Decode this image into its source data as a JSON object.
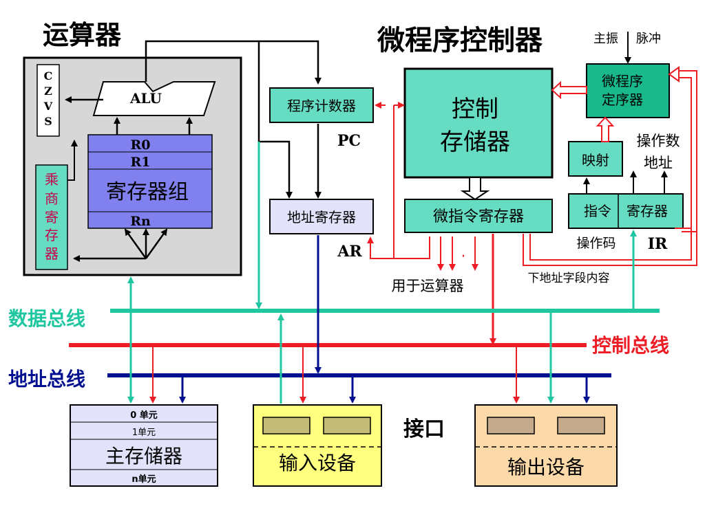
{
  "titles": {
    "alu_section": "运算器",
    "micro_section": "微程序控制器"
  },
  "alu_unit": {
    "flags": [
      "C",
      "Z",
      "V",
      "S"
    ],
    "alu": "ALU",
    "registers": [
      "R0",
      "R1",
      "寄存器组",
      "Rn"
    ],
    "mult_div_reg": [
      "乘",
      "商",
      "寄",
      "存",
      "器"
    ]
  },
  "controller": {
    "pc": "程序计数器",
    "pc_label": "PC",
    "ar": "地址寄存器",
    "ar_label": "AR",
    "control_memory": [
      "控制",
      "存储器"
    ],
    "micro_ir": "微指令寄存器",
    "sequencer": [
      "微程序",
      "定序器"
    ],
    "mapping": "映射",
    "ir_left": "指令",
    "ir_right": "寄存器",
    "ir_label": "IR",
    "clock": "主振",
    "pulse": "脉冲",
    "opnd_addr": [
      "操作数",
      "地址"
    ],
    "opcode": "操作码",
    "next_addr": "下地址字段内容",
    "for_alu": "用于运算器",
    "dot": "·"
  },
  "buses": {
    "data": "数据总线",
    "control": "控制总线",
    "address": "地址总线"
  },
  "devices": {
    "memory_units": [
      "0 单元",
      "1单元",
      "主存储器",
      "n单元"
    ],
    "input": "输入设备",
    "output": "输出设备",
    "interface": "接口"
  },
  "colors": {
    "data_bus": "#1fc7a0",
    "control_bus": "#ee1c25",
    "address_bus": "#000f8f",
    "box_teal": "#66ddc3",
    "register_blue": "#8080ef",
    "input_yellow": "#ffff80",
    "output_tan": "#fcd9a8"
  }
}
